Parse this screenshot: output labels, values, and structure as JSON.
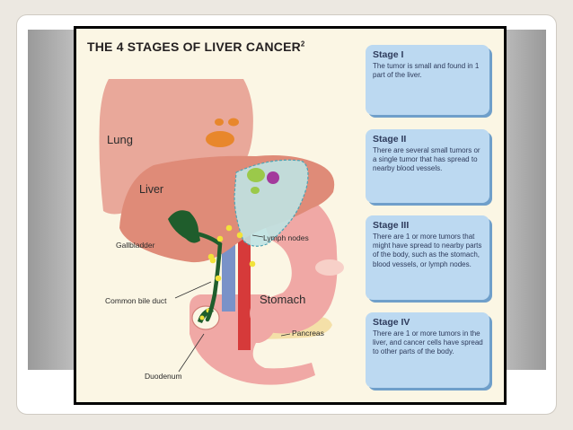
{
  "title": {
    "text": "THE 4 STAGES OF LIVER CANCER",
    "superscript": "2"
  },
  "anatomy_labels": {
    "lung": "Lung",
    "liver": "Liver",
    "gallbladder": "Gallbladder",
    "lymph_nodes": "Lymph nodes",
    "common_bile_duct": "Common bile duct",
    "stomach": "Stomach",
    "pancreas": "Pancreas",
    "duodenum": "Duodenum"
  },
  "stages": [
    {
      "title": "Stage I",
      "description": "The tumor is small and found in 1 part of the liver."
    },
    {
      "title": "Stage II",
      "description": "There are several small tumors or a single tumor that has spread to nearby blood vessels."
    },
    {
      "title": "Stage III",
      "description": "There are 1 or more tumors that might have spread to nearby parts of the body, such as the stomach, blood vessels, or lymph nodes."
    },
    {
      "title": "Stage IV",
      "description": "There are 1 or more tumors in the liver, and cancer cells have spread to other parts of the body."
    }
  ],
  "colors": {
    "stage_box": "#bcd9f1",
    "stage_shadow": "#6f9fca",
    "lung": "#e9a89a",
    "liver": "#df8b78",
    "stomach": "#f0a8a5",
    "gallbladder": "#1f5d2c",
    "tumor_orange": "#e8872c",
    "tumor_green": "#9bc94a",
    "tumor_purple": "#a33a9c",
    "spread_region": "#bfe3e3"
  }
}
